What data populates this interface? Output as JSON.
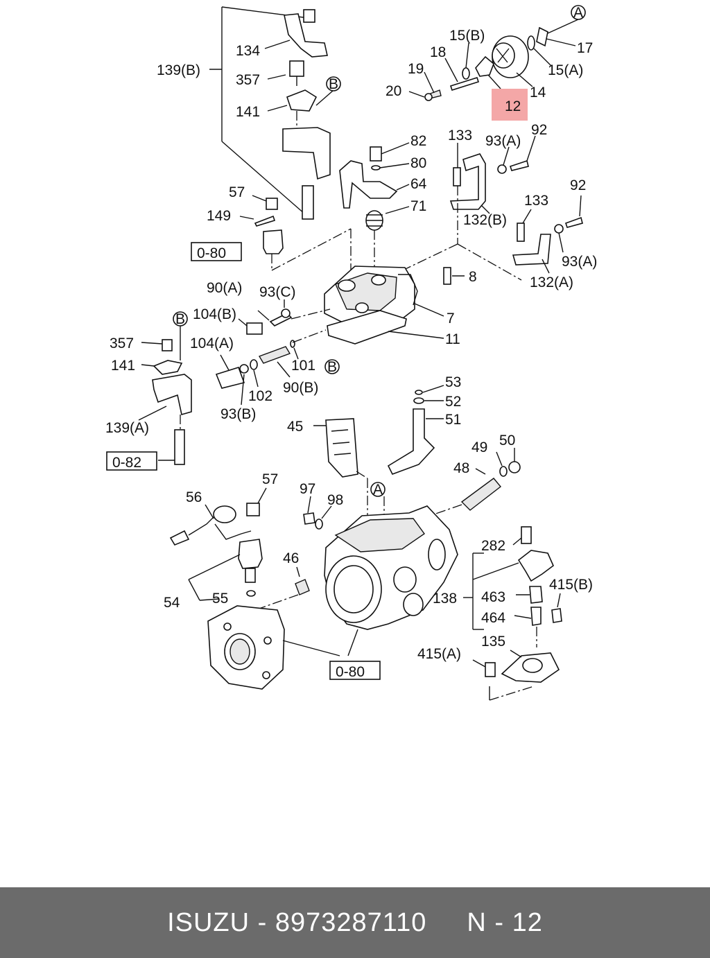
{
  "callouts": {
    "c12": "12",
    "c14": "14",
    "c15b": "15(B)",
    "c15a": "15(A)",
    "c17": "17",
    "c18": "18",
    "c19": "19",
    "c20": "20",
    "c134": "134",
    "c139b": "139(B)",
    "c357a": "357",
    "c141a": "141",
    "c82": "82",
    "c80": "80",
    "c64": "64",
    "c71": "71",
    "c133a": "133",
    "c93a1": "93(A)",
    "c92a": "92",
    "c132b": "132(B)",
    "c57a": "57",
    "c149": "149",
    "c133b": "133",
    "c92b": "92",
    "c93a2": "93(A)",
    "c132a": "132(A)",
    "c8": "8",
    "c7": "7",
    "c11": "11",
    "c90a": "90(A)",
    "c93c": "93(C)",
    "c104b": "104(B)",
    "c104a": "104(A)",
    "c357b": "357",
    "c141b": "141",
    "c139a": "139(A)",
    "c101": "101",
    "c102": "102",
    "c93b": "93(B)",
    "c90b": "90(B)",
    "c53": "53",
    "c52": "52",
    "c51": "51",
    "c45": "45",
    "c49": "49",
    "c50": "50",
    "c48": "48",
    "c57b": "57",
    "c56": "56",
    "c97": "97",
    "c98": "98",
    "c46": "46",
    "c54": "54",
    "c55": "55",
    "c282": "282",
    "c138": "138",
    "c463": "463",
    "c415b": "415(B)",
    "c464": "464",
    "c135": "135",
    "c415a": "415(A)"
  },
  "refs": {
    "r080a": "0-80",
    "r082": "0-82",
    "r080b": "0-80"
  },
  "markers": {
    "mA1": "A",
    "mB1": "B",
    "mB2": "B",
    "mB3": "B",
    "mA2": "A"
  },
  "highlight_color": "#f4a7a7",
  "footer": {
    "brand": "ISUZU",
    "dash1": "-",
    "part_number": "8973287110",
    "section": "N",
    "dash2": "-",
    "ref": "12"
  }
}
